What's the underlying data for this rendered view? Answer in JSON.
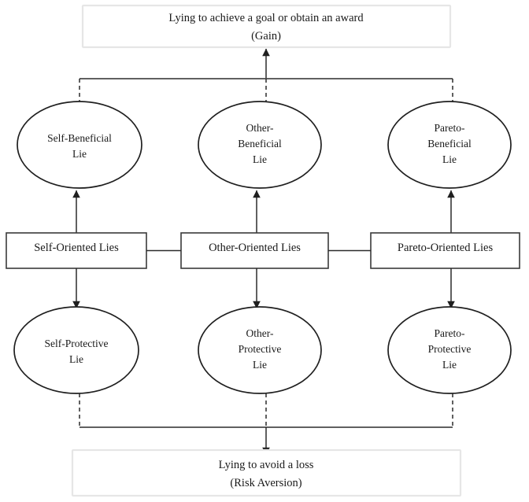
{
  "figure": {
    "type": "flow-diagram",
    "orientation": "vertical-tripartite"
  },
  "outcomes": {
    "top": {
      "line1": "Lying to achieve a goal or obtain an award",
      "line2": "(Gain)"
    },
    "bottom": {
      "line1": "Lying to avoid a loss",
      "line2": "(Risk Aversion)"
    }
  },
  "categories": [
    {
      "key": "self",
      "label": "Self-Oriented Lies",
      "beneficial": {
        "lines": [
          "Self-Beneficial",
          "Lie"
        ]
      },
      "protective": {
        "lines": [
          "Self-Protective",
          "Lie"
        ]
      }
    },
    {
      "key": "other",
      "label": "Other-Oriented Lies",
      "beneficial": {
        "lines": [
          "Other-",
          "Beneficial",
          "Lie"
        ]
      },
      "protective": {
        "lines": [
          "Other-",
          "Protective",
          "Lie"
        ]
      }
    },
    {
      "key": "pareto",
      "label": "Pareto-Oriented Lies",
      "beneficial": {
        "lines": [
          "Pareto-",
          "Beneficial",
          "Lie"
        ]
      },
      "protective": {
        "lines": [
          "Pareto-",
          "Protective",
          "Lie"
        ]
      }
    }
  ],
  "colors": {
    "ink": "#1a1a1a",
    "node_stroke": "#1f1f1f",
    "box_stroke": "#3a3a3a",
    "outcome_stroke": "#e6e6e6",
    "background": "#ffffff"
  }
}
